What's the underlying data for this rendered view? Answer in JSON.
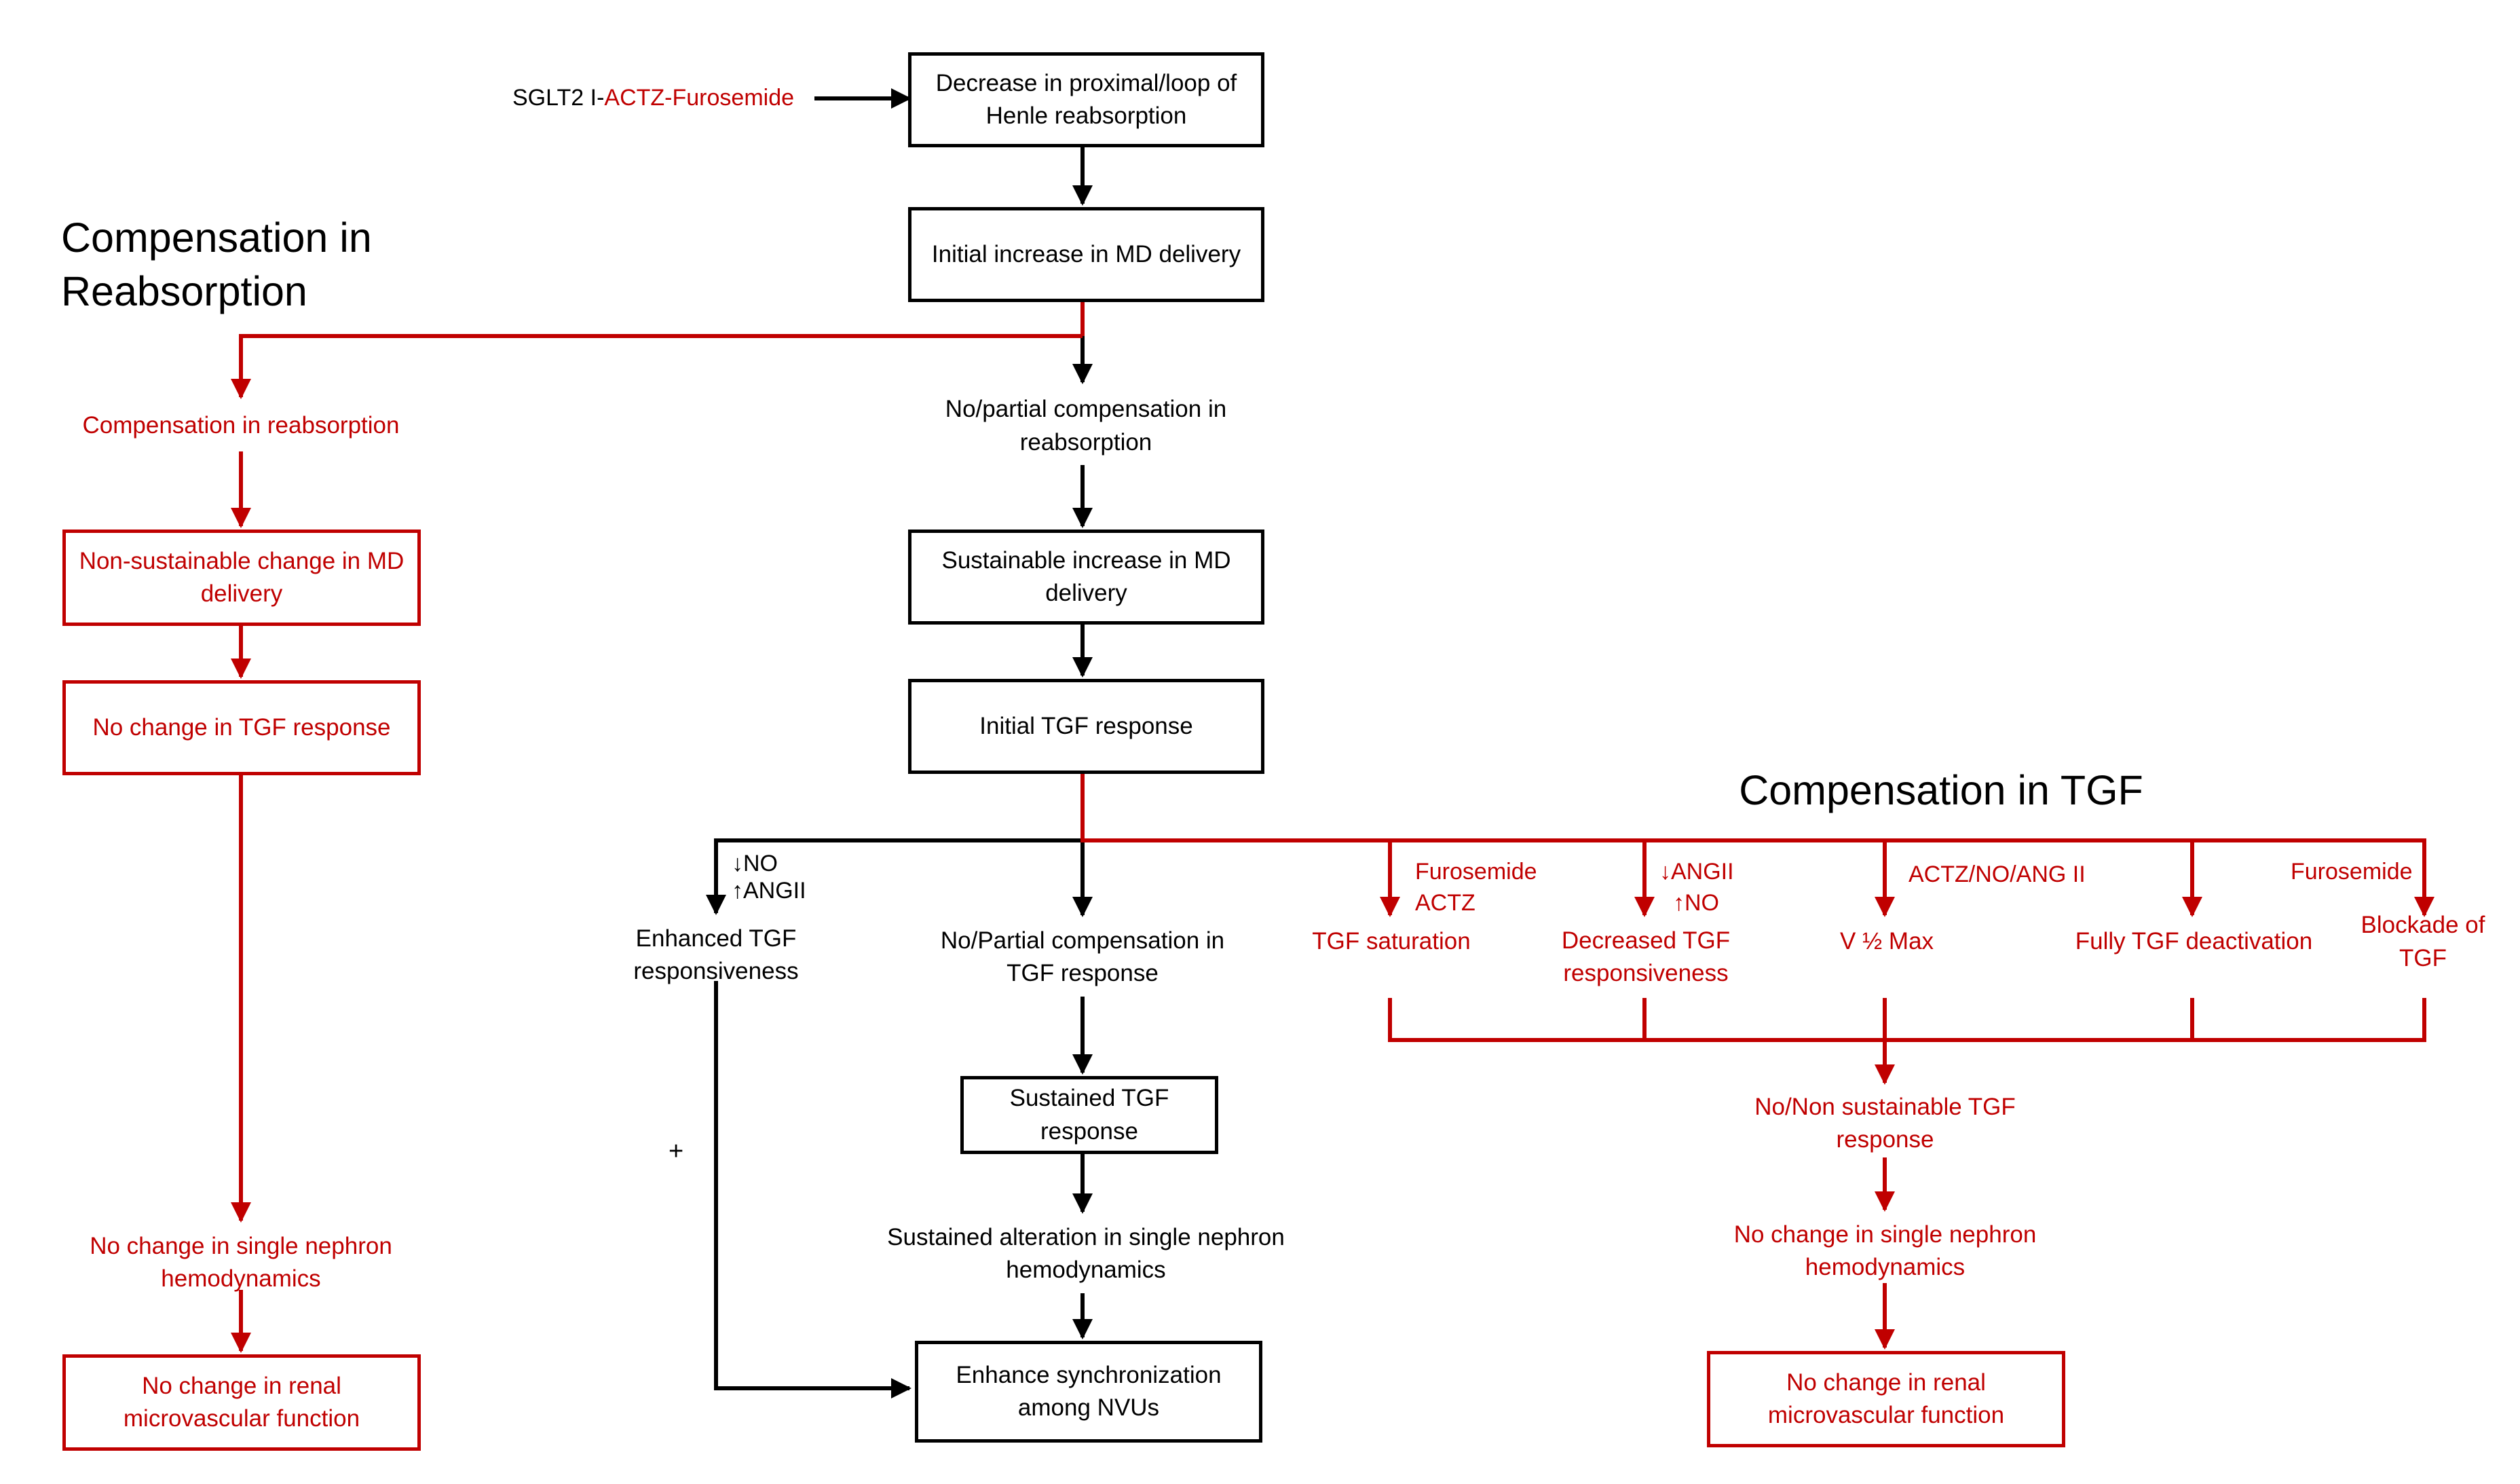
{
  "headings": {
    "compensation_reabsorption": "Compensation in Reabsorption",
    "compensation_tgf": "Compensation in TGF"
  },
  "input": {
    "prefix": "SGLT2 I-",
    "drugs": "ACTZ-Furosemide"
  },
  "center": {
    "decrease": "Decrease in proximal/loop of Henle reabsorption",
    "initial_md": "Initial increase in MD delivery",
    "no_partial_reabs": "No/partial compensation in reabsorption",
    "sustainable_md": "Sustainable increase in MD delivery",
    "initial_tgf": "Initial TGF response",
    "no_partial_tgf": "No/Partial compensation in TGF response",
    "sustained_tgf": "Sustained TGF response",
    "sustained_alteration": "Sustained alteration in single nephron hemodynamics",
    "enhance_sync": "Enhance synchronization among NVUs"
  },
  "left": {
    "comp_reabs": "Compensation in reabsorption",
    "non_sustainable": "Non-sustainable change in MD delivery",
    "no_change_tgf": "No change in TGF response",
    "no_change_hemo": "No change in single nephron hemodynamics",
    "no_change_renal": "No change in renal microvascular function"
  },
  "enhanced": {
    "no_label": "↓NO",
    "angii_label": "↑ANGII",
    "node": "Enhanced TGF responsiveness",
    "plus": "+"
  },
  "right": {
    "lbl1a": "Furosemide",
    "lbl1b": "ACTZ",
    "lbl2a": "↓ANGII",
    "lbl2b": "↑NO",
    "lbl3": "ACTZ/NO/ANG II",
    "lbl5": "Furosemide",
    "tgf_saturation": "TGF saturation",
    "decreased_tgf": "Decreased TGF responsiveness",
    "v_half_max": "V ½ Max",
    "fully_tgf": "Fully TGF deactivation",
    "blockade": "Blockade of TGF",
    "no_non_sustainable": "No/Non sustainable TGF response",
    "no_change_hemo": "No change in single nephron hemodynamics",
    "no_change_renal": "No change in renal microvascular function"
  },
  "colors": {
    "red": "#c00000",
    "black": "#000000"
  }
}
